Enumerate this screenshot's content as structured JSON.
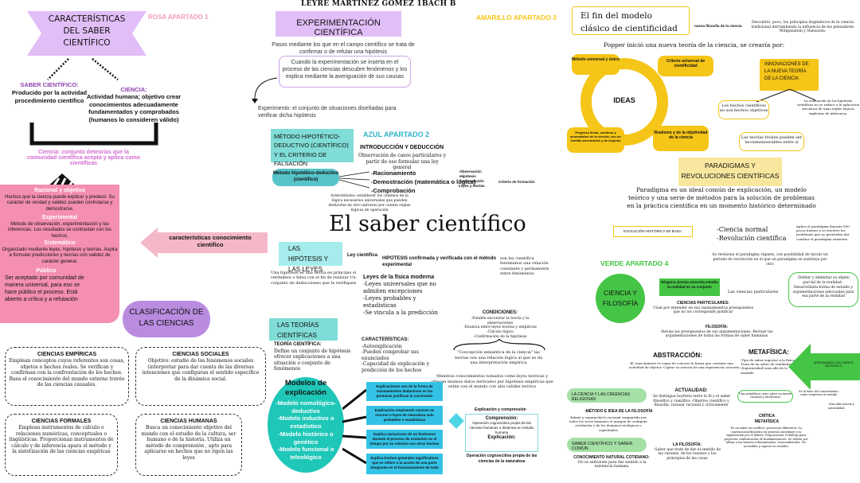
{
  "header": {
    "author": "LEYRE MARTINEZ GOMEZ 1BACH B",
    "main_title": "El saber científico"
  },
  "left": {
    "title": "CARACTERÍSTICAS DEL SABER CIENTÍFICO",
    "tag_rosa": "ROSA APARTADO 1",
    "saber_cientifico_label": "SABER CIENTÍFICO:",
    "saber_cientifico_text": "Producido por la actividad procedimiento científico",
    "ciencia_label": "CIENCIA:",
    "ciencia_text": "Actividad humana; objetivo crear conocimientos adecuadamente fundamentados y comprobados (humanos lo consideren válido)",
    "ciencia2": "Ciencia: conjunto deteorías que la comunidad científica acepta y aplica como científicas",
    "racional_title": "Racional y objetivo",
    "racional_text": "Hechos que la ciencia puede explicar y predecir. Su carácter de verdad y validez pueden controlarse y demostrarse.",
    "experimental_title": "Experimental",
    "experimental_text": "Método de observación, experimentación y las inferencias. Los resultados se contrastan con los hechos.",
    "sistematico_title": "Sistemático",
    "sistematico_text": "Organizado mediante leyes, hipótesis y teorías. Aspira a formular predicciones y teorías con validez de carácter general.",
    "publico_title": "Público",
    "publico_text": "Ser aceptado por comunidad de manera universal, para eso se hace público el proceso. Está abierto a crítica y a refutación",
    "caracteristicas_conocimiento": "características conocimiento científico",
    "clasificacion": "CLASIFICACIÓN DE LAS CIENCIAS",
    "empiricas_title": "CIENCIAS EMPÍRICAS",
    "empiricas_text": "Emplean conceptos cuyos referentes son cosas, objetos o hechos reales. Se verifican y confirman con la confrontación de los hechos. Basa el conocimiento del mundo externo través de las ciencias causales.",
    "sociales_title": "CIENCIAS SOCIALES",
    "sociales_text": "Objetivo: estudio de los fenómenos sociales (interpretar para dar cuenta de las diversas intenciones que configuran el sentido específico de la dinámica social.",
    "formales_title": "CIENCIAS FORMALES",
    "formales_text": "Emplean instrumentos de cálculo o relaciones numéricas, conceptuales o lingüísticas. Proporcionan instrumentos de cálculo y de inferencia apara el método y la sistetización de las ciencias empíricas",
    "humanas_title": "CIENCIAS HUMANAS",
    "humanas_text": "Busca un conocimiento objetivo del mundo con el estudio de la cultura, ser humano o de la historia. Utiliza un método de comprensión , apto para aplicarse en hechos que no rigen las leyes"
  },
  "center": {
    "experimentacion_title": "EXPERIMENTACIÓN CIENTÍFICA",
    "pasos_text": "Pasos mediante los que en el campo científico se trata de confirmar o de refutar una hipótesis",
    "cuando_text": "Cuando la experimentación se inserta en el proceso de las ciencias descubre fenómenos y los explica mediante la averiguación de sus causas",
    "experimento_text": "Experimento: el conjunto de situaciones diseñadas para verificar dicha hipótesis",
    "metodo_title": "MÉTODO HIPOTÉTICO-DEDUCTIVO (CIENTÍFICO) Y EL CRITERIO DE FALSACIÓN",
    "tag_azul": "AZUL APARTADO 2",
    "introduccion": "INTRODUCCIÓN Y DEDUCCIÓN",
    "introduccion_text": "Observación de casos particulares y partir de eso formular una ley general",
    "metodo_box": "Método hipotético-deductivo (científico)",
    "pasos_list": [
      "-Racionamiento",
      "-Demostración (matemática o lógica)",
      "-Comprobación"
    ],
    "side_list": [
      "-Observación",
      "-Hipótesis",
      "-Contrastación",
      "Leyes y teorías"
    ],
    "side_result": "Criterio de formación",
    "aristoteles": "Aristotelismo: establecer los caminos de la lógica necesarios universales que pueden deducirse en otro universo por cuenta reglas lógicas de operación",
    "hipotesis_title": "LAS HIPÓTESIS Y LAS LEYES",
    "ley_cientifica": "Ley científica",
    "hipotesis_text": "HIPÓTESIS confirmada y verificada con el método experimental",
    "hipotesis_right": "son ley científica fenómenos una relación constante y permanente entre fenómenos",
    "hipotesis_desc": "Una hipótesis es una teoría en principio sí verdadera o falsa con el fin de realizar Un conjunto de deducciones que la verifiquen",
    "leyes_fisica": "Leyes de la física moderna",
    "leyes_list": [
      "-Leyes universales que no admiten excepciones",
      "-Leyes probables y estadísticas",
      "-Se vincula a la predicción"
    ],
    "teorias_title": "LAS TEORÍAS CIENTÍFICAS",
    "teoria_label": "TEORÍA CIENTÍFICA:",
    "teoria_text": "Define un conjunto de hipótesis ofrecer explicaciones a una situación o conjunto de fenómenos",
    "caracteristicas_title": "CARACTERÍSTICAS:",
    "caracteristicas_list": [
      "-Autoexplicación",
      "-Pueden comprobar sus enunciados",
      "-Capacidad de explicación y predicción de los hechos"
    ],
    "condiciones_title": "CONDICIONES:",
    "condiciones_list": [
      "-Estable encontrar la teoría y la observaciones",
      "-Enuncia entre leyes teorías y empíricas",
      "-Cálculo lógico",
      "-Confirmación de la hipótesis"
    ],
    "concepcion": "\"Concepción semántica de la ciencia\" las teorías son una relación lógica al que se da una interpretación empírica",
    "mientras": "Mientras conocimientos tomados como leyes teóricas y ofrecen mismos datos derivados por hipótesis empíricas que están con el mundo con alta validez teórica",
    "modelos_title": "Modelos de explicación",
    "modelos_list": [
      "-Modelo nomológico-deductivo",
      "-Modelo inductivo o estadístico",
      "-Modelo histórico o genético",
      "-Modelo funcional o teleológico"
    ],
    "modelos_boxes": [
      "Explicaciones son de la forma de razonamientos deductivos en los premisas justifican la conclusión",
      "Explicación empleando razones en recurso o leyes de naturaleza solo probables o estadísticas",
      "Explica variaciones de un fenómeno durante el proceso de evolución en el tiempo por su relación con otros hechos",
      "Explica hechos generales significativos que se refiere a la acción de una parte integrante en el funcionamiento de todo"
    ],
    "explicacion_label": "Explicación y comprensión",
    "comprension_label": "Comprensión:",
    "comprension_text": "Operación cognoscitiva propia de las ciencias humanas o dinámica en estudio humana",
    "explicacion2_label": "Explicación:",
    "explicacion2_text": "Operación cognoscitiva propia de las ciencias de la naturaleza"
  },
  "right": {
    "tag_amarillo": "AMARILLO APARTADO 3",
    "fin_title": "El fin del modelo clásico de cientificidad",
    "nueva_filosofia": "nueva filosofía de la ciencia",
    "nueva_text": "Descubrió, poco, los principios dogmáticos de la ciencia tradicional derrumbando la influencia de los pensadores Wittgenstein y Nietzsche.",
    "popper": "Popper inició una nueva teoría de la ciencia, se crearía por:",
    "ideas": "IDEAS",
    "metodo_universal": "Método universal y único",
    "criterio_universal": "Criterio universal de cientificidad",
    "progreso": "Progreso lineal, continuo y acumulativo de la ciencia, con un sentido ascendente y de mejoras",
    "realismo": "Realismo y de la objetividad de la ciencia",
    "innovaciones_title": "INNOVACIONES DE LA NUEVA TEORÍA DE LA CIENCIA",
    "hechos": "Los hechos científicos no son hechos objetivos",
    "evaluacion": "La evaluación de las hipótesis científicas no se reduce a la aplicación mecánica de unas reglas lógicas explícitas de inferencia.",
    "teorias_rivales": "Las teorías rivales pueden ser inconmensurables entre sí",
    "paradigmas_title": "PARADIGMAS Y REVOLUCIONES CIENTÍFICAS",
    "paradigma_text": "Paradigma es un ideal común de explicación, un modelo teórico y una serie de métodos para la solución de problemas en la práctica científica en un momento histórico determinado",
    "evolucion": "EVOLUCIÓN HISTÓRICA SE BASA:",
    "ciencia_normal": "-Ciencia normal",
    "revolucion": "-Revolución científica",
    "aplicacion": "Aplica el paradigma durante 800 pocas buenos y se resolver los problemas que no pretenden dar cambiar el paradigma existente",
    "revisiona": "Se revisiona el paradigma vigente, con posibilidad de iniciar un periodo de revolución en el que un paradigma se sustituya por otro",
    "tag_verde": "VERDE APARTADO 4",
    "ciencia_filosofia": "CIENCIA Y FILOSOFÍA",
    "ninguna": "Ninguna ciencia concreta estudia la realidad en su conjunto",
    "las_ciencias_part": "Las ciencias particulares",
    "definir": "-Definir y delimitar su objeto parcial de la realidad -Desarrollarla forma de estudio y argumentaciones adecuadas para esa parte de la realidad",
    "ciencias_particulares": "CIENCIAS PARTICULARES:",
    "ciencias_part_text": "Usan por entender en sus razonamientos presupuestos que no los corresponde justificar",
    "filosofia_label": "FILOSOFÍA:",
    "filosofia_text": "-Revisa los presupuestos de sus argumentaciones -Revisar las argumentaciones de todas las formas de saber humanas",
    "abstraccion": "ABSTRACCIÓN:",
    "abstraccion_text": "-El conocimiento es capaz de conocer la forma que contiene una actividad de objetos -Captar su esencia de una experiencia concreta",
    "metafisica": "METAFÍSICA:",
    "metafisica_text": "-Tipo de saber superior a la física -Trata de un saber de realidades (Superioridad) más allá de lo sensible",
    "arrow_text": "APROXIMANDO A SU OBJETO METAFÍSICO",
    "ciencia_religiosa": "LA CIENCIA Y LAS CREENCIAS RELIGIOSAS",
    "metodo_filosofia": "-MÉTODO E IDEA DE LA FILOSOFÍA",
    "debate": "debate y separación lo racional compartido por todos los seres humanos el margen de cualquier revelación o de los dominios teológicos o espirituales",
    "actualidad": "ACTUALIDAD:",
    "actualidad_text": "-Se distingue hoyfería entre la fé y el saber filosófico y científico -Objetivo científico y filosofía: razonar racional y críticamente",
    "saber_comun": "SABER CIENTÍFICO Y SABER COMÚN",
    "conocimiento_natural": "CONOCIMIENTO NATURAL COTIDIANO:",
    "conocimiento_text": "-No es suficiente para dar sentido a la existencia humana",
    "filosofia2": "LA FILOSOFÍA:",
    "filosofia2_text": "-Saber que trate de dar el sentido de las razones, de los razones y los principios de las cosas",
    "metafisica_critica": "Una metafísica como saber en mente racional y intelectual",
    "critica": "CRÍTICA METAFÍSICA",
    "critica_text": "-Es un saber en conflicto; posiciones diferentes -Lo convencional filosófico en general contribuye y su significación por el debate -Proporcionar el diálogo para proyectar confrontación de fundamentación -Se refiere por último a las fuentes sobrenaturales, trascendentales -No accesibles y supera los sentidos",
    "saber_racional": "Es la base del conocimiento como respuesta al sentido",
    "diferentes": "-Más allá ciencia y naturalidad"
  }
}
